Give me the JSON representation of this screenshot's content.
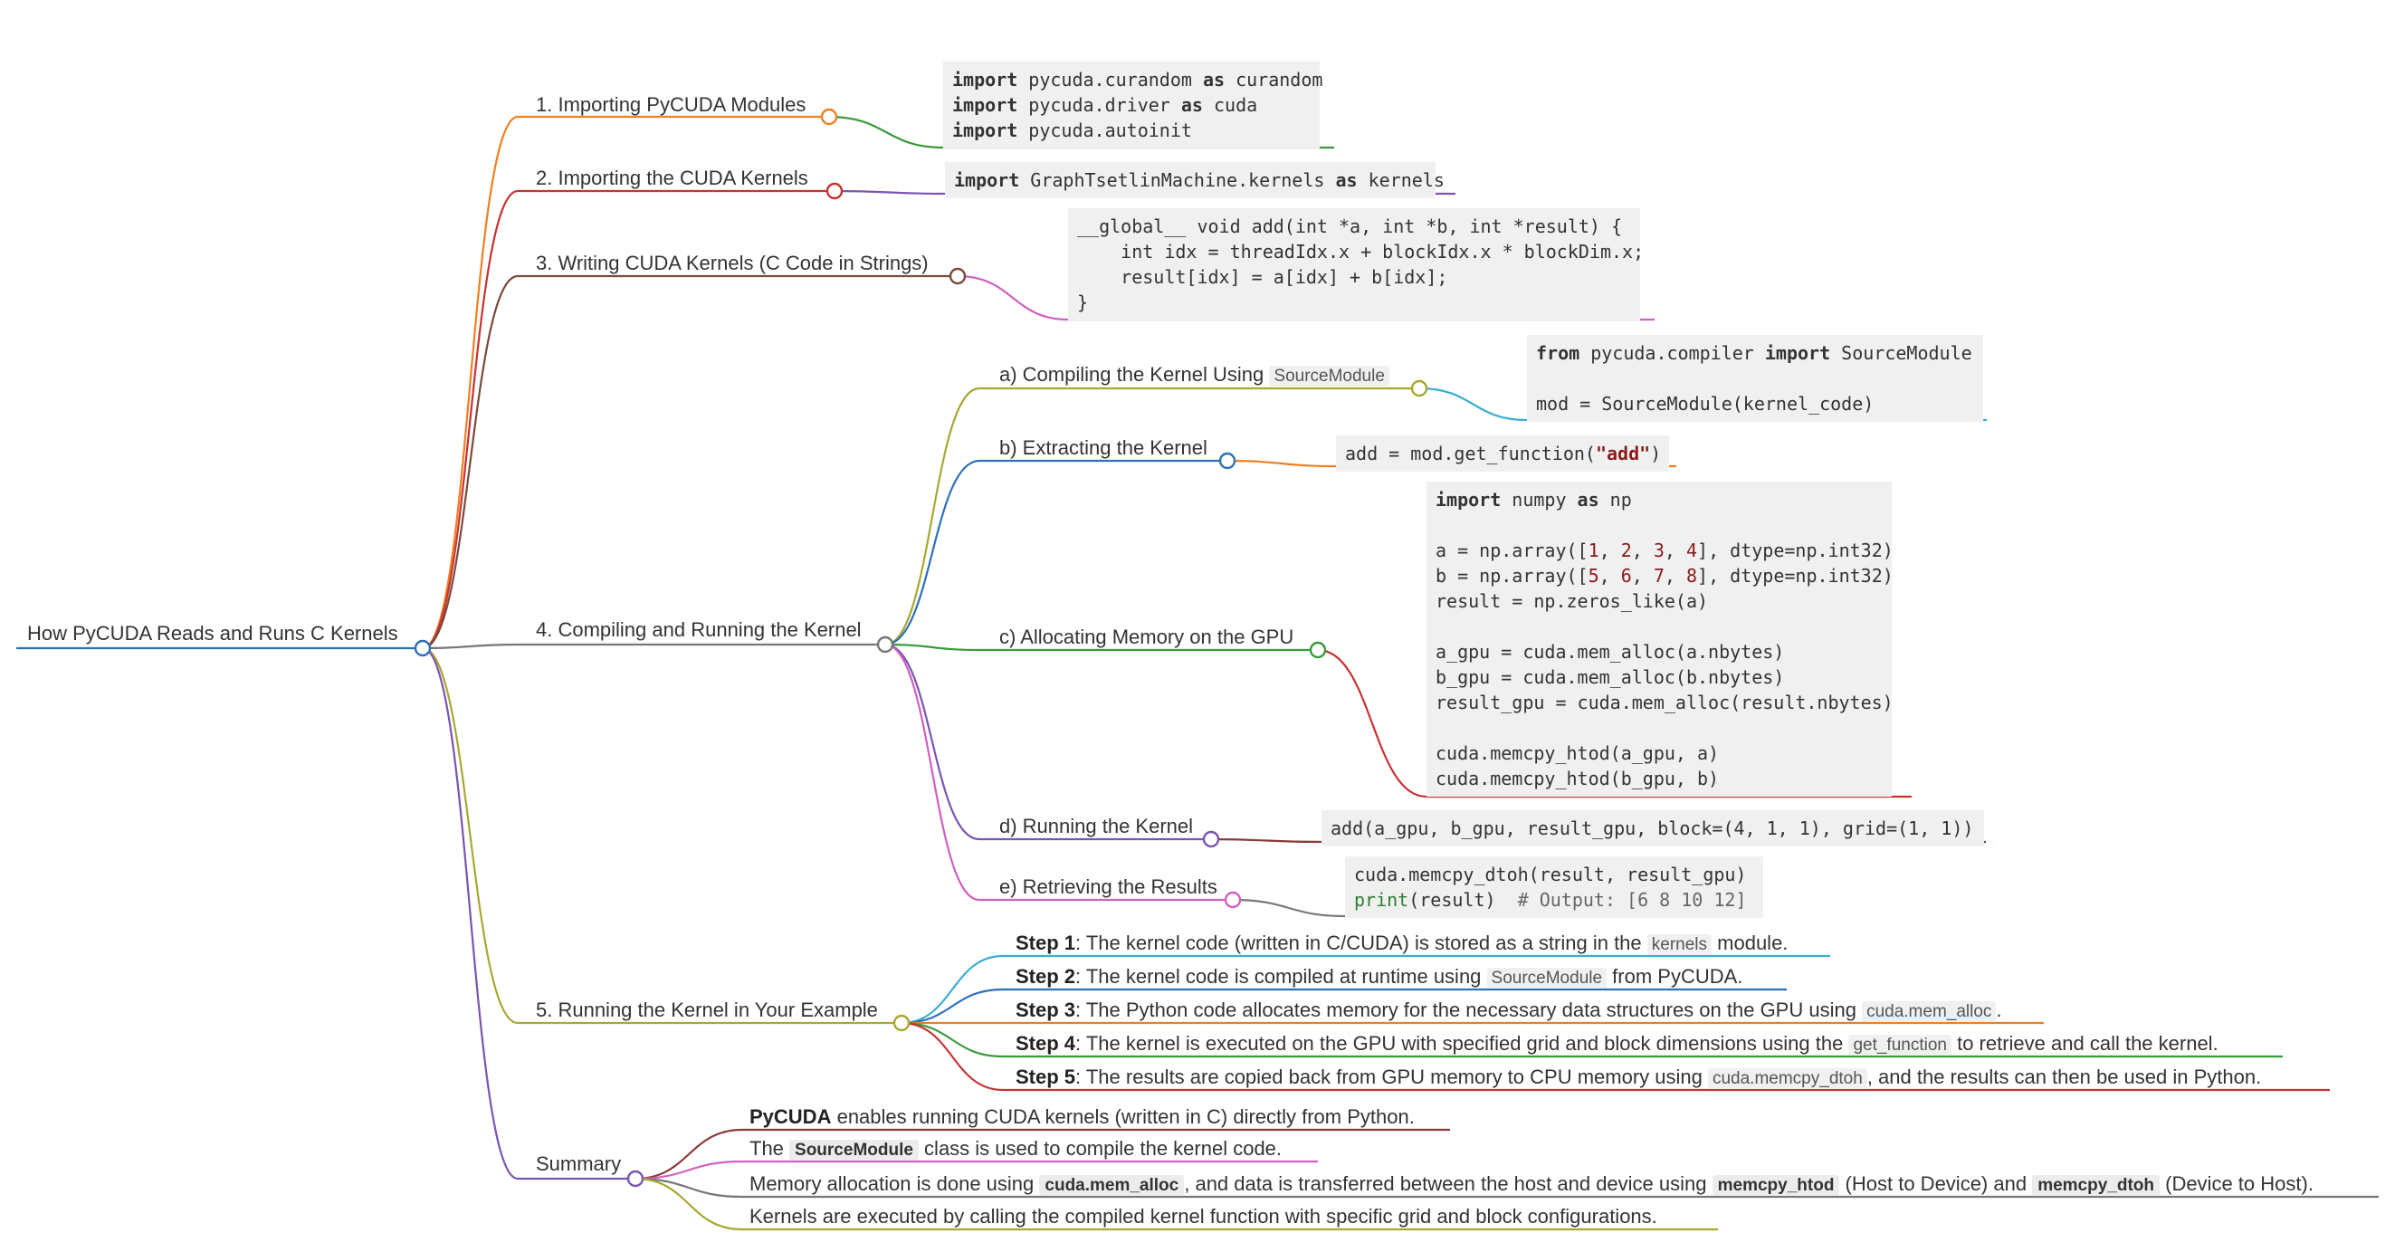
{
  "root": {
    "label": "How PyCUDA Reads and Runs C Kernels"
  },
  "branches": {
    "b1": "1. Importing PyCUDA Modules",
    "b2": "2. Importing the CUDA Kernels",
    "b3": "3. Writing CUDA Kernels (C Code in Strings)",
    "b4": "4. Compiling and Running the Kernel",
    "b5": "5. Running the Kernel in Your Example",
    "b6": "Summary"
  },
  "sub": {
    "a_pre": "a) Compiling the Kernel Using",
    "a_code": "SourceModule",
    "b": "b) Extracting the Kernel",
    "c": "c) Allocating Memory on the GPU",
    "d": "d) Running the Kernel",
    "e": "e) Retrieving the Results"
  },
  "code": {
    "c1": [
      {
        "kw": "import",
        "t": " pycuda.curandom ",
        "kw2": "as",
        "t2": " curandom"
      },
      {
        "kw": "import",
        "t": " pycuda.driver ",
        "kw2": "as",
        "t2": " cuda"
      },
      {
        "kw": "import",
        "t": " pycuda.autoinit"
      }
    ],
    "c2": {
      "kw": "import",
      "t": " GraphTsetlinMachine.kernels ",
      "kw2": "as",
      "t2": " kernels"
    },
    "c3": [
      "__global__ void add(int *a, int *b, int *result) {",
      "    int idx = threadIdx.x + blockIdx.x * blockDim.x;",
      "    result[idx] = a[idx] + b[idx];",
      "}"
    ],
    "c4a": {
      "kw": "from",
      "t": " pycuda.compiler ",
      "kw2": "import",
      "t2": " SourceModule",
      "line3": "mod = SourceModule(kernel_code)"
    },
    "c4b": {
      "pre": "add = mod.get_function(",
      "str": "\"add\"",
      "post": ")"
    },
    "c4c": {
      "l1kw": "import",
      "l1t": " numpy ",
      "l1kw2": "as",
      "l1t2": " np",
      "a_pre": "a = np.array([",
      "a_n": [
        "1",
        "2",
        "3",
        "4"
      ],
      "a_post": "], dtype=np.int32)",
      "b_pre": "b = np.array([",
      "b_n": [
        "5",
        "6",
        "7",
        "8"
      ],
      "b_post": "], dtype=np.int32)",
      "res": "result = np.zeros_like(a)",
      "ag": "a_gpu = cuda.mem_alloc(a.nbytes)",
      "bg": "b_gpu = cuda.mem_alloc(b.nbytes)",
      "rg": "result_gpu = cuda.mem_alloc(result.nbytes)",
      "m1": "cuda.memcpy_htod(a_gpu, a)",
      "m2": "cuda.memcpy_htod(b_gpu, b)"
    },
    "c4d": "add(a_gpu, b_gpu, result_gpu, block=(4, 1, 1), grid=(1, 1))",
    "c4e": {
      "l1": "cuda.memcpy_dtoh(result, result_gpu)",
      "fn": "print",
      "l2": "(result)  ",
      "cm": "# Output: [6 8 10 12]"
    }
  },
  "steps": [
    {
      "b": "Step 1",
      "p1": ": The kernel code (written in C/CUDA) is stored as a string in the ",
      "c": "kernels",
      "p2": " module."
    },
    {
      "b": "Step 2",
      "p1": ": The kernel code is compiled at runtime using ",
      "c": "SourceModule",
      "p2": " from PyCUDA."
    },
    {
      "b": "Step 3",
      "p1": ": The Python code allocates memory for the necessary data structures on the GPU using ",
      "c": "cuda.mem_alloc",
      "p2": "."
    },
    {
      "b": "Step 4",
      "p1": ": The kernel is executed on the GPU with specified grid and block dimensions using the ",
      "c": "get_function",
      "p2": " to retrieve and call the kernel."
    },
    {
      "b": "Step 5",
      "p1": ": The results are copied back from GPU memory to CPU memory using ",
      "c": "cuda.memcpy_dtoh",
      "p2": ", and the results can then be used in Python."
    }
  ],
  "summary": {
    "s1b": "PyCUDA",
    "s1t": " enables running CUDA kernels (written in C) directly from Python.",
    "s2a": "The ",
    "s2c": "SourceModule",
    "s2t": " class is used to compile the kernel code.",
    "s3a": "Memory allocation is done using ",
    "s3c1": "cuda.mem_alloc",
    "s3b": ", and data is transferred between the host and device using ",
    "s3c2": "memcpy_htod",
    "s3d": " (Host to Device) and ",
    "s3c3": "memcpy_dtoh",
    "s3e": " (Device to Host).",
    "s4": "Kernels are executed by calling the compiled kernel function with specific grid and block configurations."
  },
  "colors": {
    "root": "#2f6fb8",
    "b1": "#f07f20",
    "b2": "#c83232",
    "b3": "#7a4a3a",
    "b4": "#777777",
    "b5": "#a8a832",
    "b6": "#7a55b0",
    "sa": "#a8a832",
    "sb": "#2f6fb8",
    "sc": "#3a9a3a",
    "sd": "#7a55b0",
    "se": "#d060c0",
    "c1": "#3a9a3a",
    "c2": "#7a55b0",
    "c3": "#d060c0",
    "c4a": "#3aaed0",
    "c4b": "#f07f20",
    "c4c": "#c83232",
    "c4d": "#8b3a3a",
    "c4e": "#777777",
    "st1": "#3aaed0",
    "st2": "#2f6fb8",
    "st3": "#f07f20",
    "st4": "#3a9a3a",
    "st5": "#c83232",
    "su1": "#8b3a3a",
    "su2": "#d060c0",
    "su3": "#777777",
    "su4": "#a8a832"
  }
}
